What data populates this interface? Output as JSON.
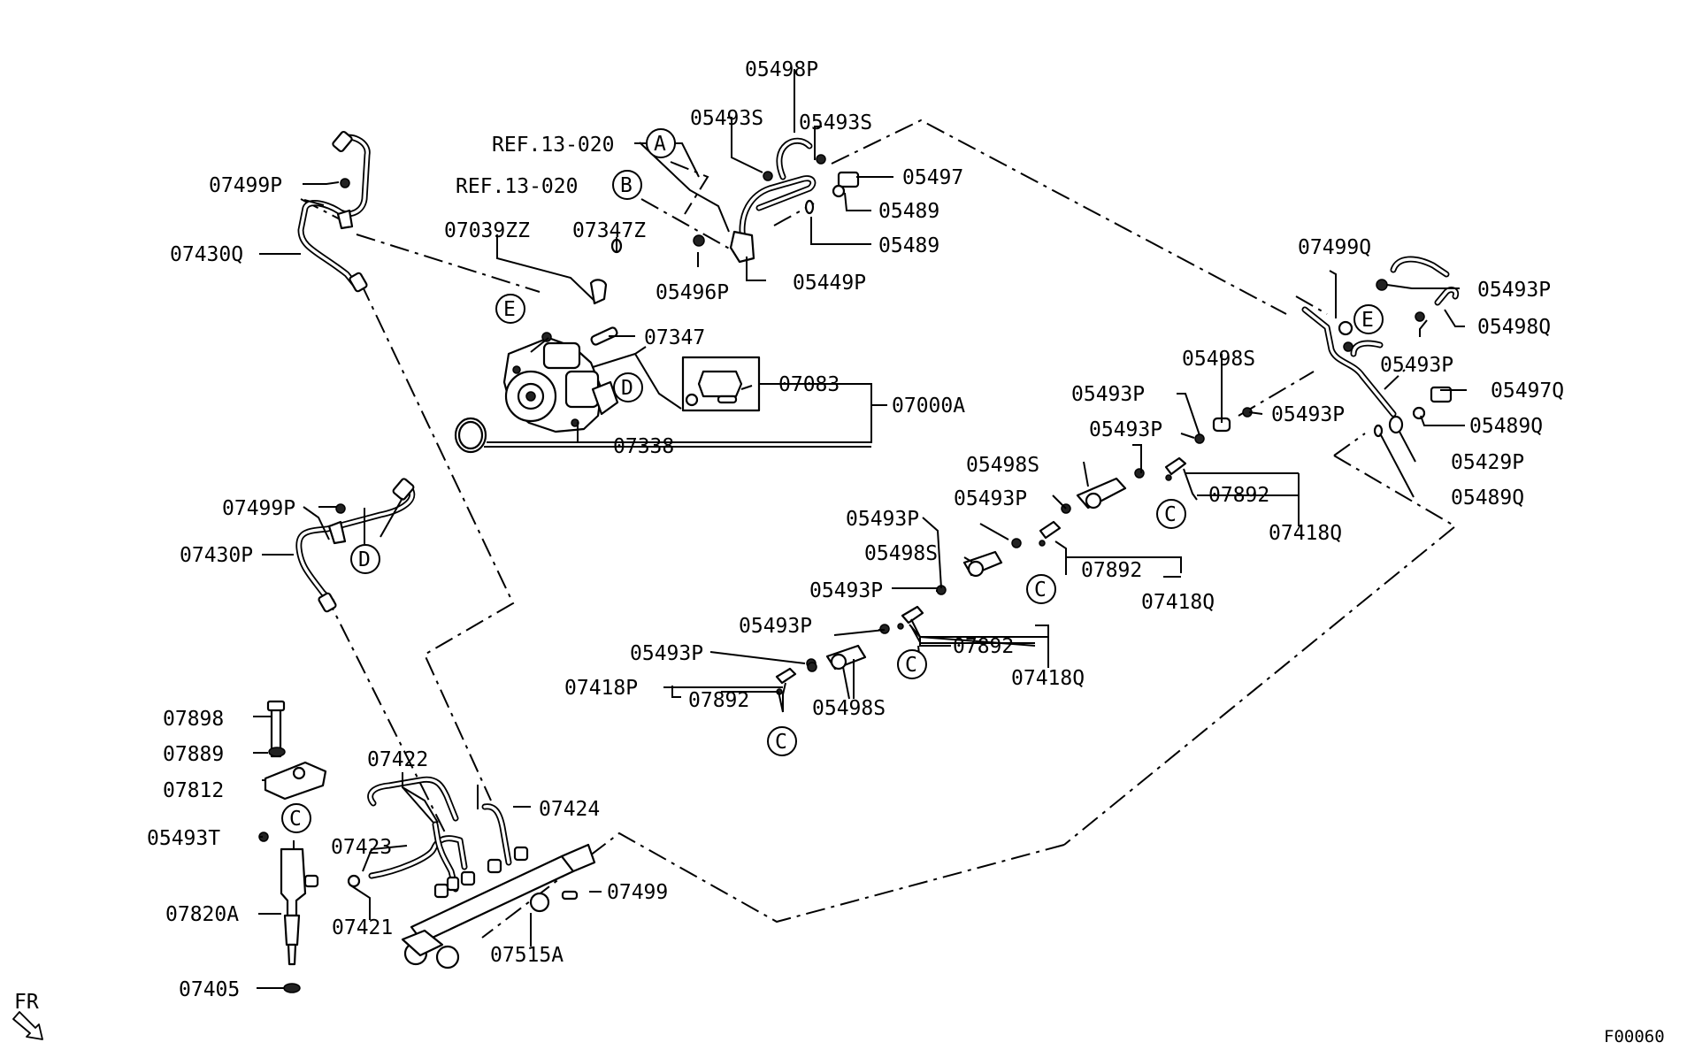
{
  "diagram_code": "F00060",
  "orientation_label": "FR",
  "refs": {
    "a": "REF.13-020",
    "b": "REF.13-020"
  },
  "callouts": {
    "a": "A",
    "b": "B",
    "c": "C",
    "d": "D",
    "e": "E"
  },
  "parts": {
    "p05498P": "05498P",
    "p05493S": "05493S",
    "p05497": "05497",
    "p05489": "05489",
    "p05449P": "05449P",
    "p05496P": "05496P",
    "p07039ZZ": "07039ZZ",
    "p07347Z": "07347Z",
    "p07347": "07347",
    "p07083": "07083",
    "p07000A": "07000A",
    "p07338": "07338",
    "p07499P": "07499P",
    "p07430Q": "07430Q",
    "p07430P": "07430P",
    "p07499Q": "07499Q",
    "p05493P": "05493P",
    "p05498Q": "05498Q",
    "p05497Q": "05497Q",
    "p05489Q": "05489Q",
    "p05429P": "05429P",
    "p05498S": "05498S",
    "p07892": "07892",
    "p07418Q": "07418Q",
    "p07418P": "07418P",
    "p07898": "07898",
    "p07889": "07889",
    "p07812": "07812",
    "p05493T": "05493T",
    "p07820A": "07820A",
    "p07405": "07405",
    "p07422": "07422",
    "p07423": "07423",
    "p07421": "07421",
    "p07424": "07424",
    "p07499": "07499",
    "p07515A": "07515A"
  }
}
